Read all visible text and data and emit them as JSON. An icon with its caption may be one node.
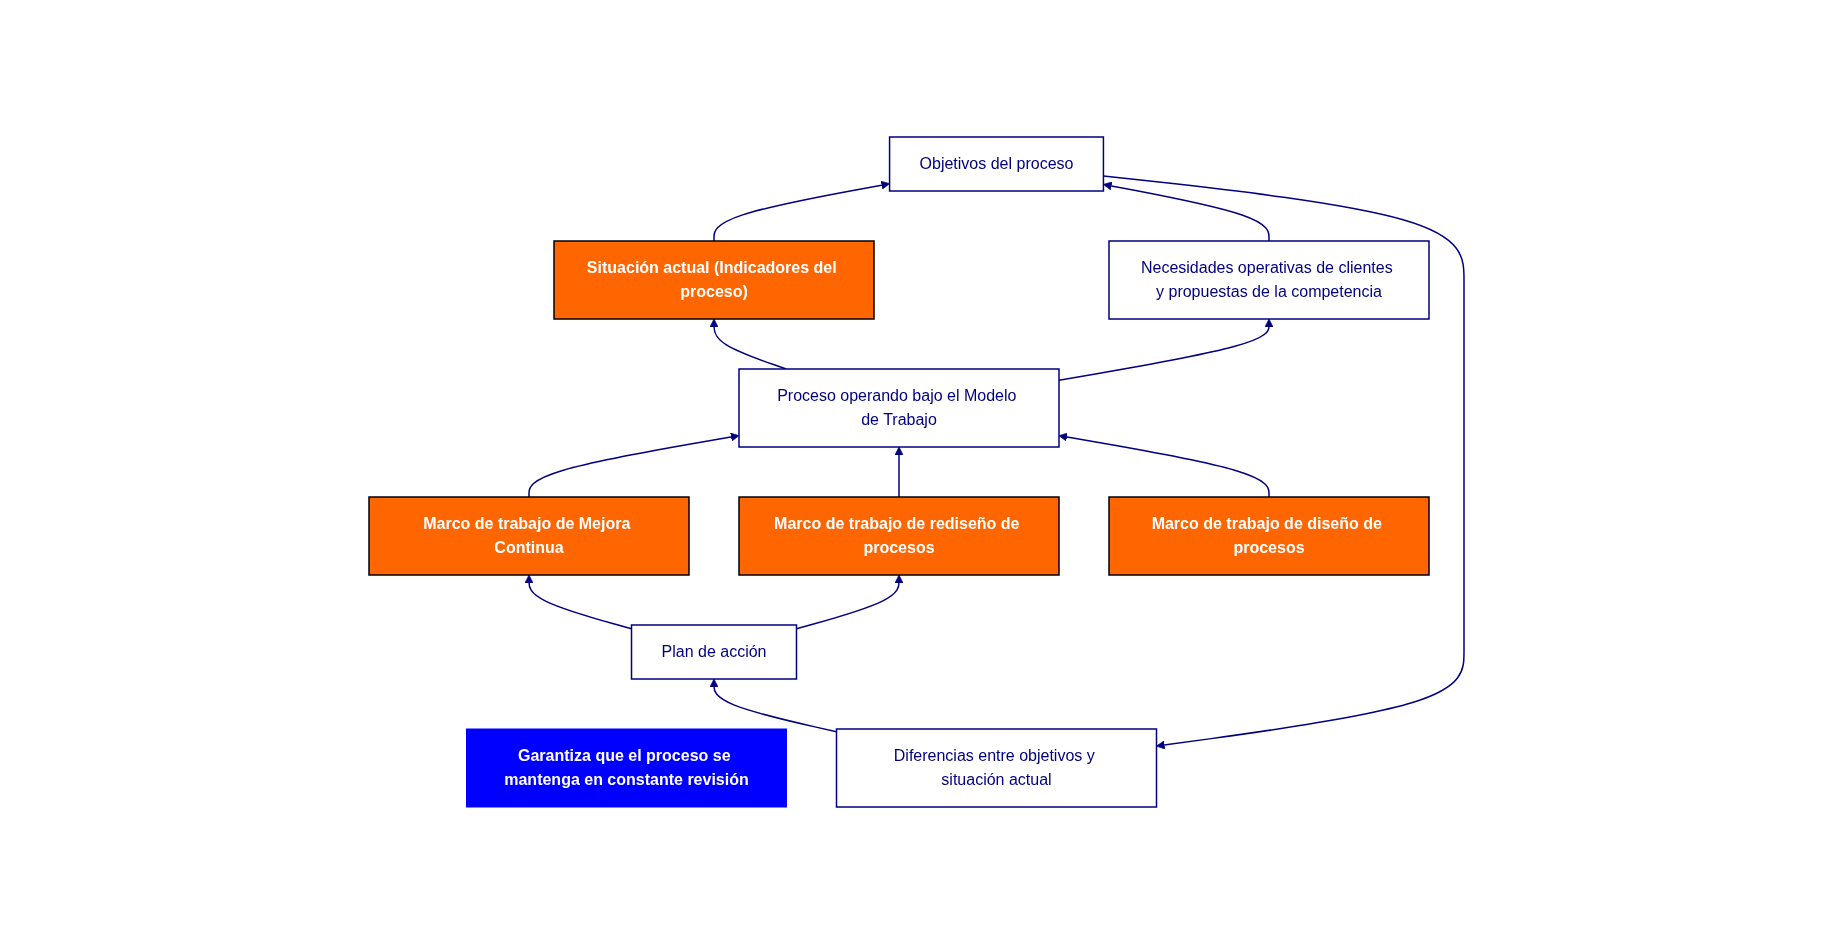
{
  "diagram": {
    "nodes": [
      {
        "text": [
          "Diferencias entre objetivos y situación actual"
        ]
      },
      {
        "text": [
          "Plan de acción"
        ]
      },
      {
        "text": [
          "Objetivos del proceso"
        ]
      },
      {
        "text": [
          "Marco de trabajo de Mejora Continua"
        ]
      },
      {
        "text": [
          "Marco de trabajo de rediseño de procesos"
        ]
      },
      {
        "text": [
          "Situación actual (Indicadores del proceso)"
        ]
      },
      {
        "text": [
          "Necesidades operativas de clientes y propuestas de la competencia"
        ]
      },
      {
        "text": [
          "Proceso operando bajo el Modelo de Trabajo"
        ]
      },
      {
        "text": [
          "Marco de trabajo de diseño de procesos"
        ]
      },
      {
        "text": [
          "Garantiza que el proceso se mantenga en constante revisión"
        ]
      }
    ],
    "edges": [
      {
        "from": 2,
        "to": 0,
        "arrow": "to"
      },
      {
        "from": 0,
        "to": 1,
        "arrow": "to"
      },
      {
        "from": 1,
        "to": 3,
        "arrow": "to"
      },
      {
        "from": 1,
        "to": 4,
        "arrow": "to"
      },
      {
        "from": 5,
        "to": 2,
        "arrow": "to"
      },
      {
        "from": 6,
        "to": 2,
        "arrow": "to"
      },
      {
        "from": 3,
        "to": 7,
        "arrow": "to"
      },
      {
        "from": 4,
        "to": 7,
        "arrow": "to"
      },
      {
        "from": 7,
        "to": 5,
        "arrow": "to"
      },
      {
        "from": 7,
        "to": 6,
        "arrow": "to"
      },
      {
        "from": 8,
        "to": 7,
        "arrow": "to"
      }
    ]
  }
}
